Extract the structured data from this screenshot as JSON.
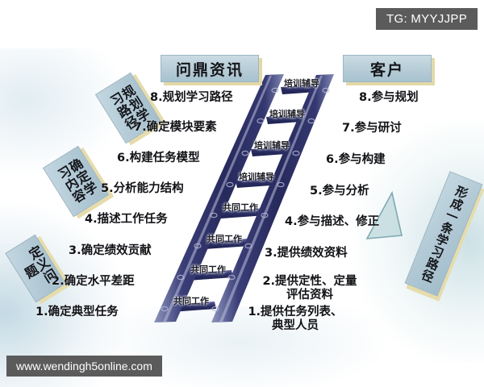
{
  "badge": {
    "text": "TG: MYYJJPP"
  },
  "watermark": {
    "text": "www.wendingh5online.com"
  },
  "headers": {
    "left": "问鼎资讯",
    "right": "客户"
  },
  "stage_labels": {
    "plan": "规划学习路径",
    "content": "确定学习内容",
    "define": "定义问题",
    "form": "形成一条学习路径"
  },
  "ladder": {
    "rungs": [
      {
        "label": "培训辅导"
      },
      {
        "label": "培训辅导"
      },
      {
        "label": "培训辅导"
      },
      {
        "label": "培训辅导"
      },
      {
        "label": "共同工作"
      },
      {
        "label": "共同工作"
      },
      {
        "label": "共同工作"
      },
      {
        "label": "共同工作"
      }
    ],
    "rail_color": "#2c2f63",
    "rail_highlight": "#9aa0c4"
  },
  "left_steps": [
    {
      "num": "8.",
      "text": "规划学习路径"
    },
    {
      "num": "7.",
      "text": "确定模块要素"
    },
    {
      "num": "6.",
      "text": "构建任务模型"
    },
    {
      "num": "5.",
      "text": "分析能力结构"
    },
    {
      "num": "4.",
      "text": "描述工作任务"
    },
    {
      "num": "3.",
      "text": "确定绩效贡献"
    },
    {
      "num": "2.",
      "text": "确定水平差距"
    },
    {
      "num": "1.",
      "text": "确定典型任务"
    }
  ],
  "right_steps": [
    {
      "num": "8.",
      "text": "参与规划",
      "line2": ""
    },
    {
      "num": "7.",
      "text": "参与研讨",
      "line2": ""
    },
    {
      "num": "6.",
      "text": "参与构建",
      "line2": ""
    },
    {
      "num": "5.",
      "text": "参与分析",
      "line2": ""
    },
    {
      "num": "4.",
      "text": "参与描述、修正",
      "line2": ""
    },
    {
      "num": "3.",
      "text": "提供绩效资料",
      "line2": ""
    },
    {
      "num": "2.",
      "text": "提供定性、定量",
      "line2": "评估资料"
    },
    {
      "num": "1.",
      "text": "提供任务列表、",
      "line2": "典型人员"
    }
  ],
  "decor": {
    "triangle_color": "#a9ccd2"
  }
}
